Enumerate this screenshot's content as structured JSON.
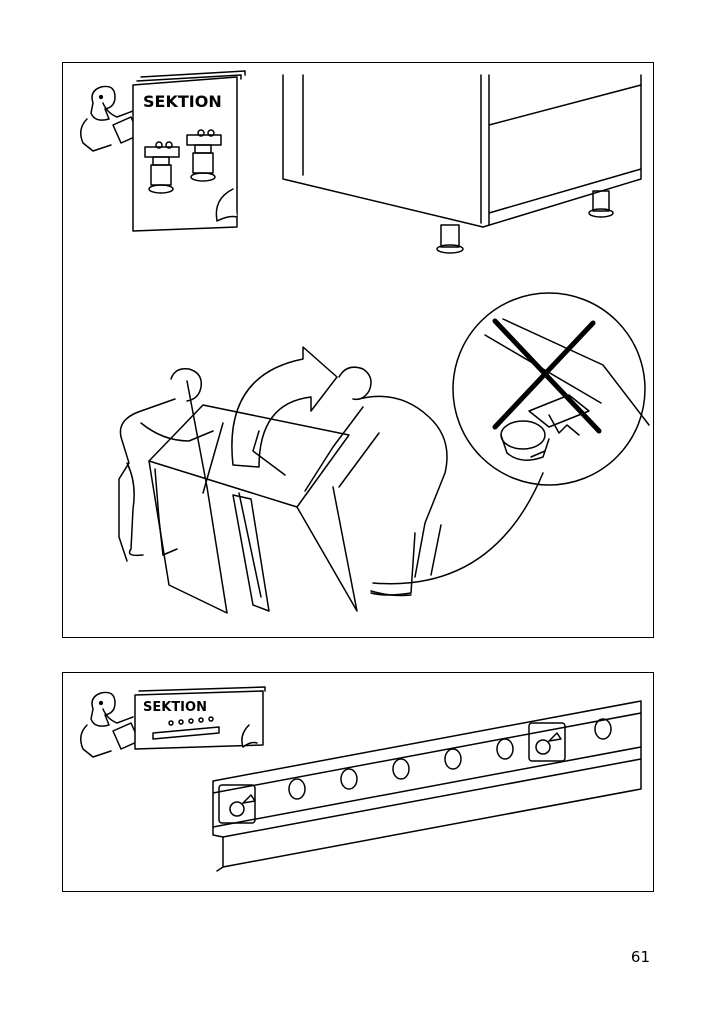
{
  "panel_top": {
    "booklet_title": "SEKTION"
  },
  "panel_bottom": {
    "booklet_title": "SEKTION"
  },
  "footer": {
    "page_number": "61"
  }
}
